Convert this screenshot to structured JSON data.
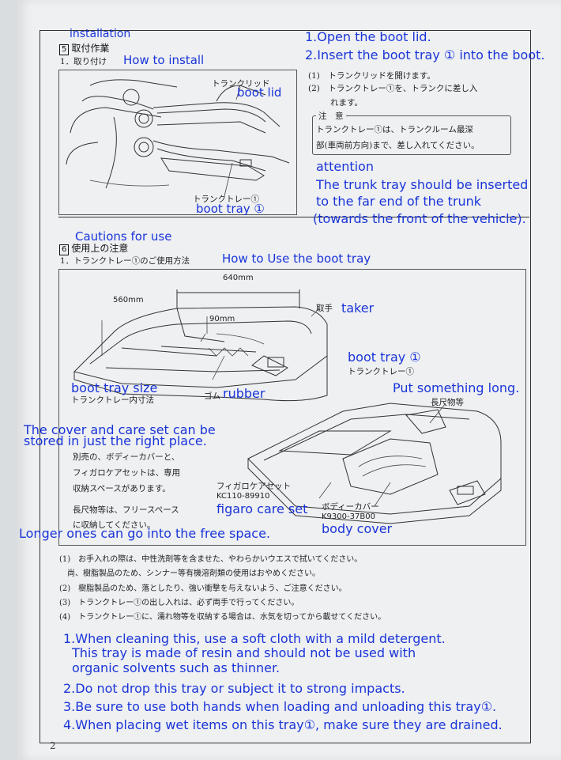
{
  "section5": {
    "en_heading": "installation",
    "jp_title": "取付作業",
    "num": "5",
    "jp_sub": "1．取り付け",
    "en_sub": "How to install",
    "label_lid_jp": "トランクリッド",
    "label_lid_en": "boot lid",
    "label_tray_jp": "トランクトレー①",
    "label_tray_en": "boot tray ①",
    "en_steps": [
      "1.Open the boot lid.",
      "2.Insert the boot tray ① into the boot."
    ],
    "jp_step1": "(1)　トランクリッドを開けます。",
    "jp_step2": "(2)　トランクトレー①を、トランクに差し入",
    "jp_step2b": "れます。",
    "caution_title": "注　意",
    "caution_l1": "トランクトレー①は、トランクルーム最深",
    "caution_l2": "部(車両前方向)まで、差し入れてください。",
    "attention_title": "attention",
    "attention_lines": [
      "The trunk tray should be inserted",
      "to the far end of the trunk",
      "(towards the front of the vehicle)."
    ]
  },
  "section6": {
    "en_heading": "Cautions for use",
    "num": "6",
    "jp_title": "使用上の注意",
    "jp_sub": "1．トランクトレー①のご使用方法",
    "en_sub": "How to Use the boot tray",
    "dim_640": "640mm",
    "dim_560": "560mm",
    "dim_90": "90mm",
    "taker_jp": "取手",
    "taker_en": "taker",
    "tray_en": "boot tray ①",
    "tray_jp": "トランクトレー①",
    "size_en": "boot tray size",
    "size_jp": "トランクトレー内寸法",
    "rubber_jp": "ゴム",
    "rubber_en": "rubber",
    "long_en": "Put something long.",
    "long_jp": "長尺物等",
    "cover_en_l1": "The cover and care set can be",
    "cover_en_l2": "stored in just the right place.",
    "cover_jp_l1": "別売の、ボディーカバーと、",
    "cover_jp_l2": "フィガロケアセットは、専用",
    "cover_jp_l3": "収納スペースがあります。",
    "care_jp": "フィガロケアセット",
    "care_code": "KC110-89910",
    "care_en": "figaro care set",
    "body_jp": "ボディーカバー",
    "body_code": "K9300-37B00",
    "body_en": "body cover",
    "free_jp_l1": "長尺物等は、フリースペース",
    "free_jp_l2": "に収納してください。",
    "free_en": "Longer ones can go into the free space."
  },
  "notes_jp": [
    "(1)　お手入れの際は、中性洗剤等を含ませた、やわらかいウエスで拭いてください。",
    "　尚、樹脂製品のため、シンナー等有機溶剤類の使用はおやめください。",
    "(2)　樹脂製品のため、落としたり、強い衝撃を与えないよう、ご注意ください。",
    "(3)　トランクトレー①の出し入れは、必ず両手で行ってください。",
    "(4)　トランクトレー①に、濡れ物等を収納する場合は、水気を切ってから載せてください。"
  ],
  "notes_en": [
    "1.When cleaning this, use a soft cloth with a mild detergent.",
    "This tray is made of resin and should not be used with",
    "organic solvents such as thinner.",
    "2.Do not drop this tray or subject it to strong impacts.",
    "3.Be sure to use both hands when loading and unloading this tray①.",
    "4.When placing wet items on this tray①, make sure they are drained."
  ],
  "page_number": "2"
}
